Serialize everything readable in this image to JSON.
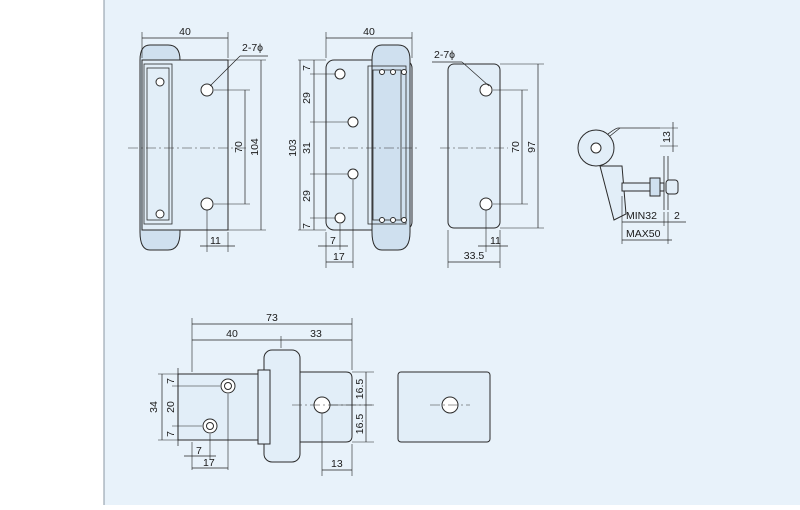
{
  "labels": {
    "top_a_width": "40",
    "top_a_holes": "2-7ϕ",
    "top_a_pitch": "70",
    "top_a_height": "104",
    "top_a_offset": "11",
    "top_b_width": "40",
    "top_b_7a": "7",
    "top_b_29a": "29",
    "top_b_31": "31",
    "top_b_29b": "29",
    "top_b_7b": "7",
    "top_b_total": "103",
    "top_b_x7": "7",
    "top_b_x17": "17",
    "plate_holes": "2-7ϕ",
    "plate_pitch": "70",
    "plate_height": "97",
    "plate_offset": "11",
    "plate_width": "33.5",
    "side_13": "13",
    "side_min": "MIN32",
    "side_2": "2",
    "side_max": "MAX50",
    "bot_73": "73",
    "bot_40": "40",
    "bot_33": "33",
    "bot_34": "34",
    "bot_20": "20",
    "bot_7a": "7",
    "bot_7b": "7",
    "bot_x7": "7",
    "bot_x17": "17",
    "bot_165a": "16.5",
    "bot_165b": "16.5",
    "bot_13": "13"
  },
  "colors": {
    "background": "#e8f2fa",
    "part_fill": "#e2eef8",
    "line": "#2b2b2b"
  }
}
